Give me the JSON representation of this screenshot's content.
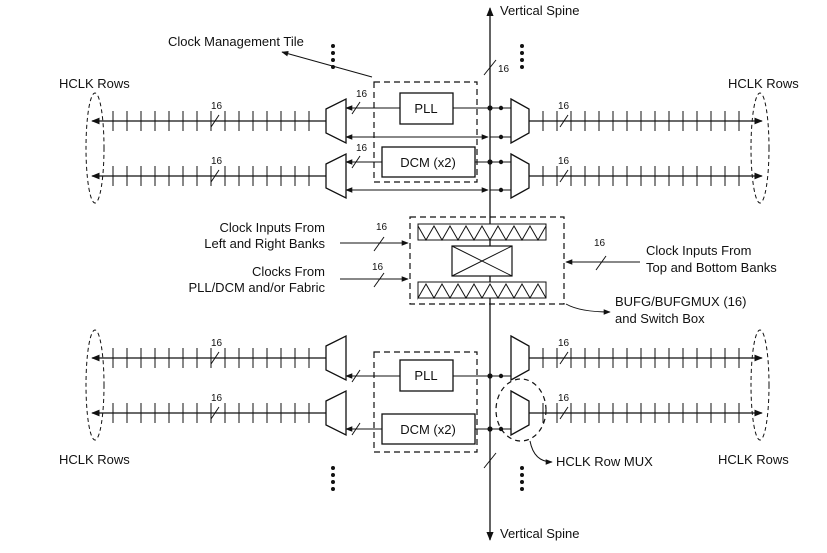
{
  "labels": {
    "vertical_spine_top": "Vertical Spine",
    "vertical_spine_bottom": "Vertical Spine",
    "clock_management_tile": "Clock Management Tile",
    "hclk_rows_tl": "HCLK Rows",
    "hclk_rows_tr": "HCLK Rows",
    "hclk_rows_bl": "HCLK Rows",
    "hclk_rows_br": "HCLK Rows",
    "clock_inputs_lr_1": "Clock Inputs From",
    "clock_inputs_lr_2": "Left and Right Banks",
    "clocks_from_1": "Clocks From",
    "clocks_from_2": "PLL/DCM and/or Fabric",
    "clock_inputs_tb_1": "Clock Inputs From",
    "clock_inputs_tb_2": "Top and Bottom Banks",
    "bufg_1": "BUFG/BUFGMUX (16)",
    "bufg_2": "and Switch Box",
    "hclk_row_mux": "HCLK Row MUX"
  },
  "blocks": {
    "pll_top": "PLL",
    "dcm_top": "DCM (x2)",
    "pll_bottom": "PLL",
    "dcm_bottom": "DCM (x2)"
  },
  "bus_width": "16"
}
